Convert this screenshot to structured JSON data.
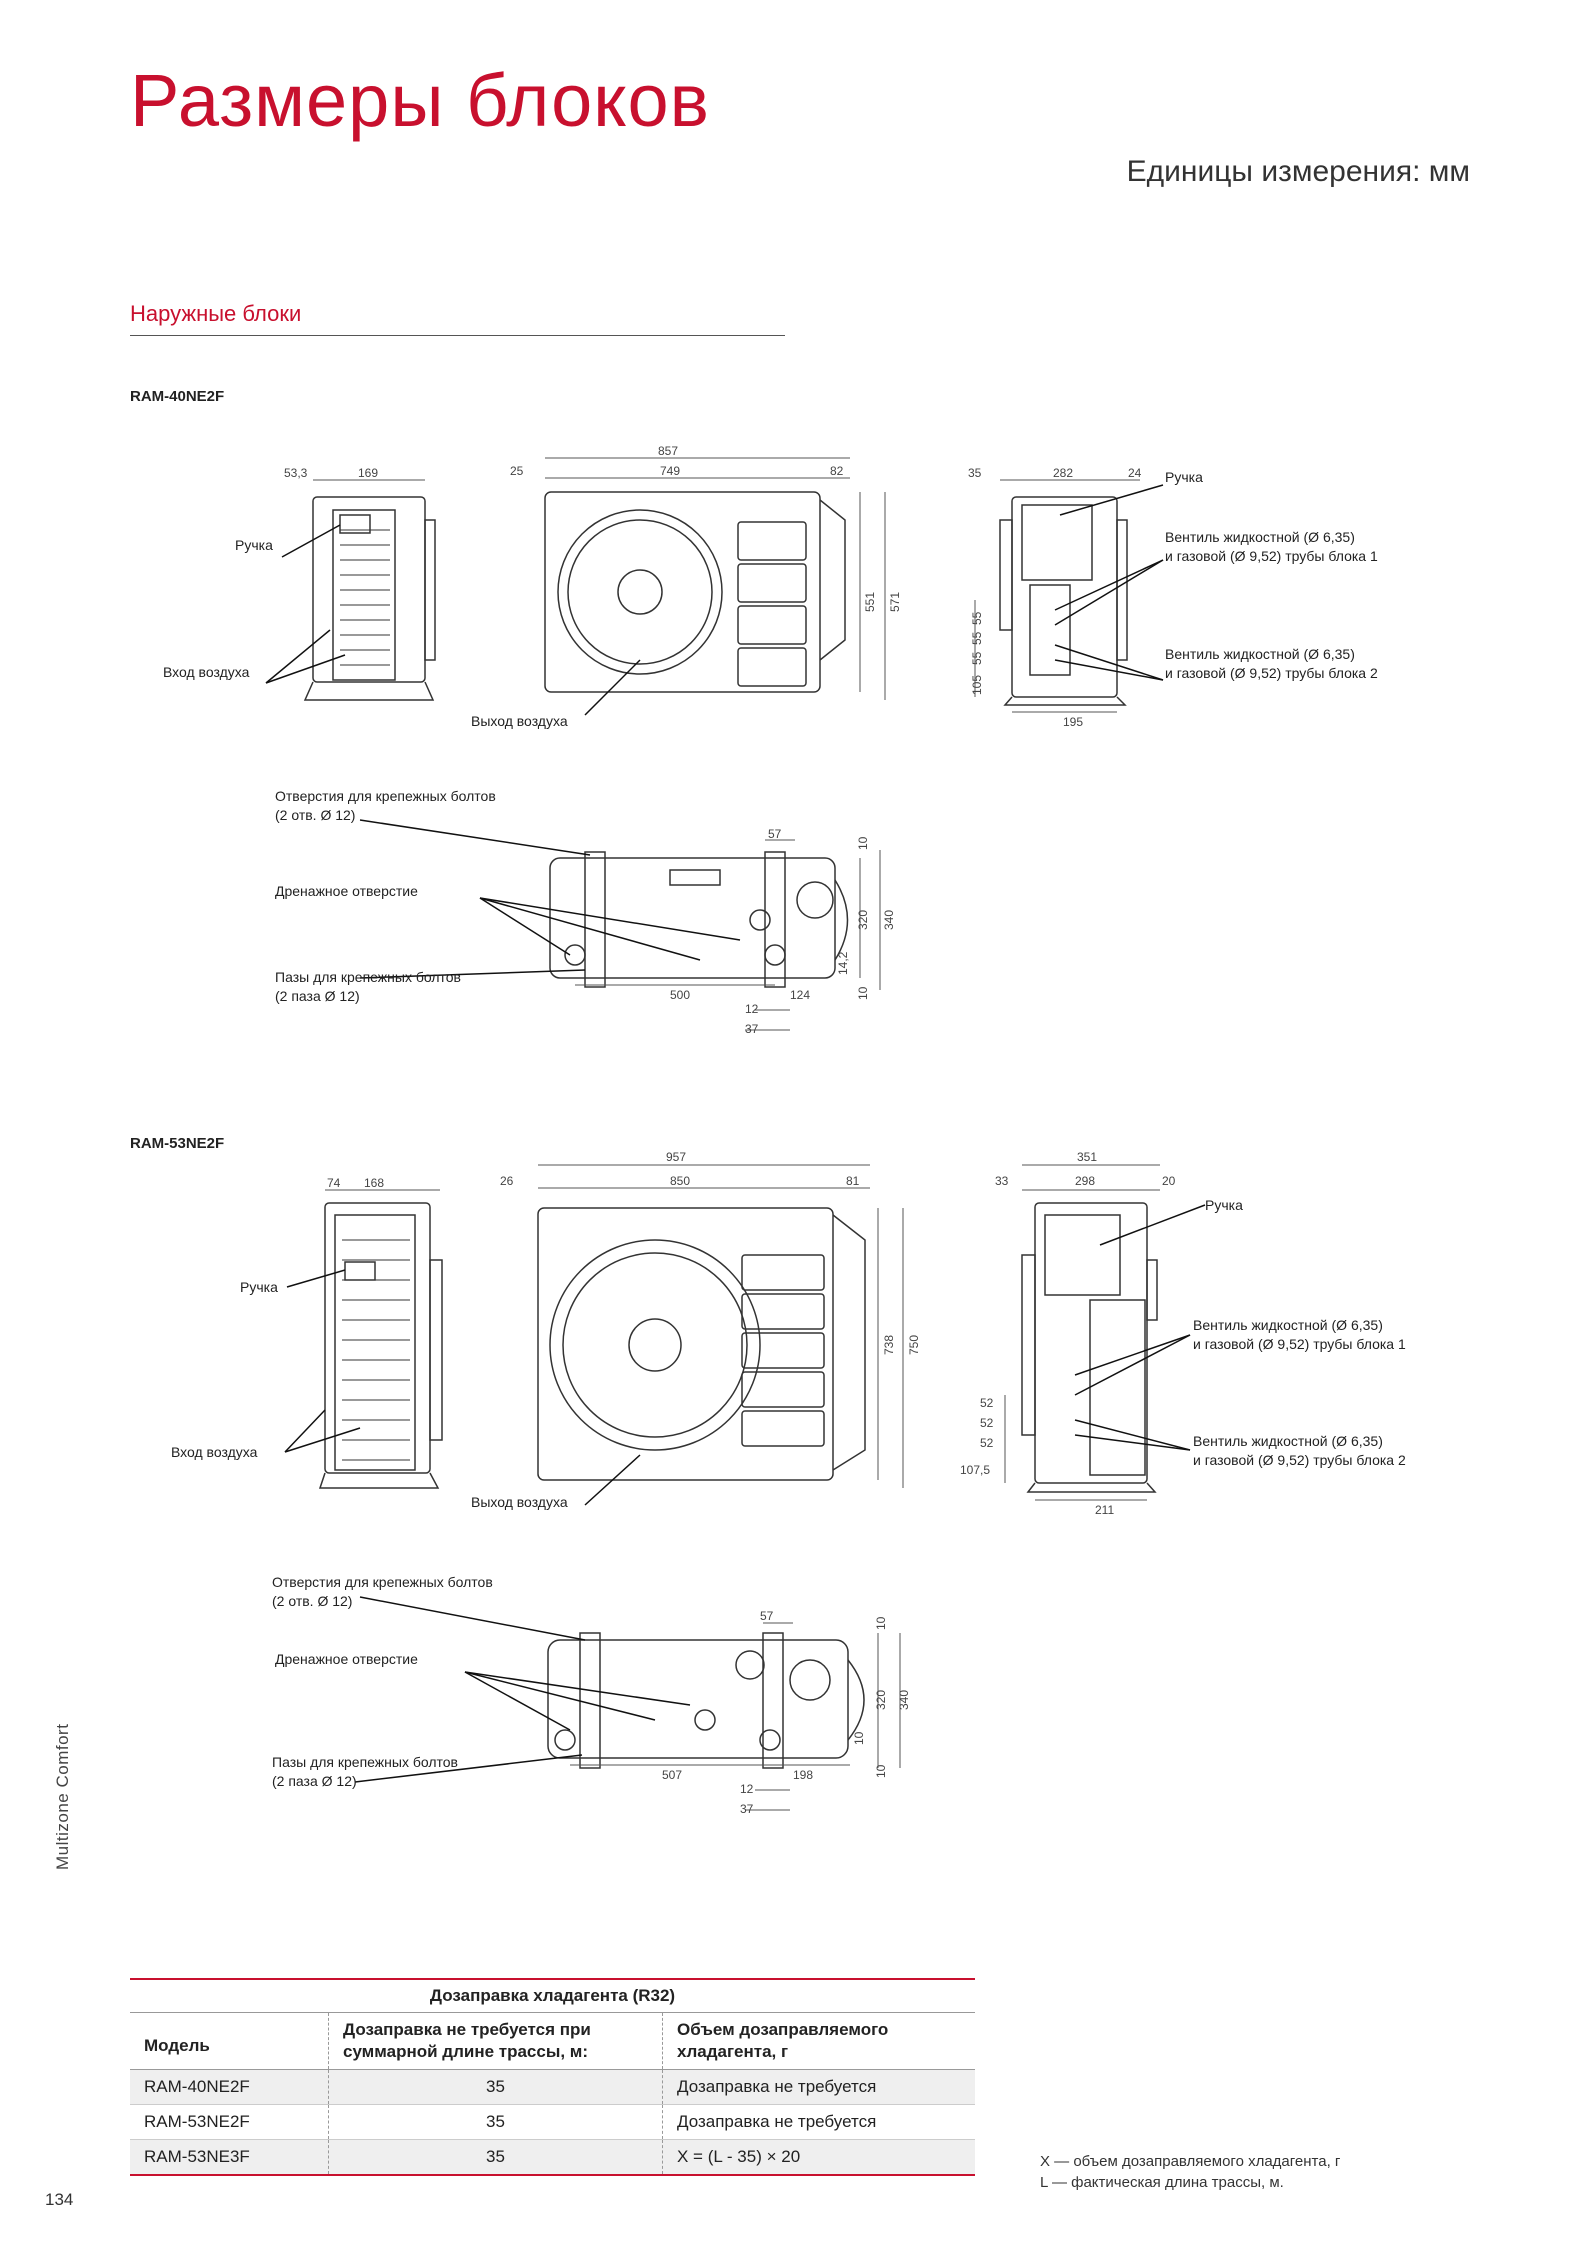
{
  "page": {
    "title": "Размеры блоков",
    "units": "Единицы измерения: мм",
    "section": "Наружные блоки",
    "side_label": "Multizone  Comfort",
    "page_number": "134"
  },
  "units40": {
    "model": "RAM-40NE2F",
    "labels": {
      "handle_left": "Ручка",
      "air_in": "Вход воздуха",
      "air_out": "Выход воздуха",
      "handle_right": "Ручка",
      "valve1_l1": "Вентиль жидкостной (Ø 6,35)",
      "valve1_l2": "и газовой (Ø 9,52) трубы блока 1",
      "valve2_l1": "Вентиль жидкостной (Ø 6,35)",
      "valve2_l2": "и газовой (Ø 9,52) трубы блока 2",
      "holes_l1": "Отверстия для крепежных болтов",
      "holes_l2": "(2 отв. Ø 12)",
      "drain": "Дренажное отверстие",
      "slots_l1": "Пазы для крепежных болтов",
      "slots_l2": "(2 паза Ø 12)"
    },
    "dims": {
      "d53_3": "53,3",
      "d169": "169",
      "d857": "857",
      "d25": "25",
      "d749": "749",
      "d82": "82",
      "d551": "551",
      "d571": "571",
      "d35": "35",
      "d282": "282",
      "d24": "24",
      "d105": "105",
      "d55a": "55",
      "d55b": "55",
      "d55c": "55",
      "d195": "195",
      "d57": "57",
      "d10a": "10",
      "d320": "320",
      "d340": "340",
      "d14_2": "14,2",
      "d10b": "10",
      "d500": "500",
      "d12": "12",
      "d124": "124",
      "d37": "37"
    }
  },
  "units53": {
    "model": "RAM-53NE2F",
    "labels": {
      "handle_left": "Ручка",
      "air_in": "Вход воздуха",
      "air_out": "Выход воздуха",
      "handle_right": "Ручка",
      "valve1_l1": "Вентиль жидкостной (Ø 6,35)",
      "valve1_l2": "и газовой (Ø 9,52) трубы блока 1",
      "valve2_l1": "Вентиль жидкостной (Ø 6,35)",
      "valve2_l2": "и газовой (Ø 9,52) трубы блока 2",
      "holes_l1": "Отверстия для крепежных болтов",
      "holes_l2": "(2 отв. Ø 12)",
      "drain": "Дренажное отверстие",
      "slots_l1": "Пазы для крепежных болтов",
      "slots_l2": "(2 паза Ø 12)"
    },
    "dims": {
      "d74": "74",
      "d168": "168",
      "d957": "957",
      "d26": "26",
      "d850": "850",
      "d81": "81",
      "d738": "738",
      "d750": "750",
      "d33": "33",
      "d298": "298",
      "d20": "20",
      "d351": "351",
      "d52a": "52",
      "d52b": "52",
      "d52c": "52",
      "d107_5": "107,5",
      "d211": "211",
      "d57": "57",
      "d10a": "10",
      "d320": "320",
      "d340": "340",
      "d10b": "10",
      "d10c": "10",
      "d507": "507",
      "d12": "12",
      "d198": "198",
      "d37": "37"
    }
  },
  "table": {
    "caption": "Дозаправка хладагента (R32)",
    "headers": [
      "Модель",
      "Дозаправка не требуется при суммарной длине трассы, м:",
      "Объем дозаправляемого хладагента, г"
    ],
    "rows": [
      [
        "RAM-40NE2F",
        "35",
        "Дозаправка не требуется"
      ],
      [
        "RAM-53NE2F",
        "35",
        "Дозаправка не требуется"
      ],
      [
        "RAM-53NE3F",
        "35",
        "X = (L - 35) × 20"
      ]
    ]
  },
  "notes": {
    "x": "X — объем дозаправляемого хладагента, г",
    "l": "L — фактическая длина трассы, м."
  }
}
